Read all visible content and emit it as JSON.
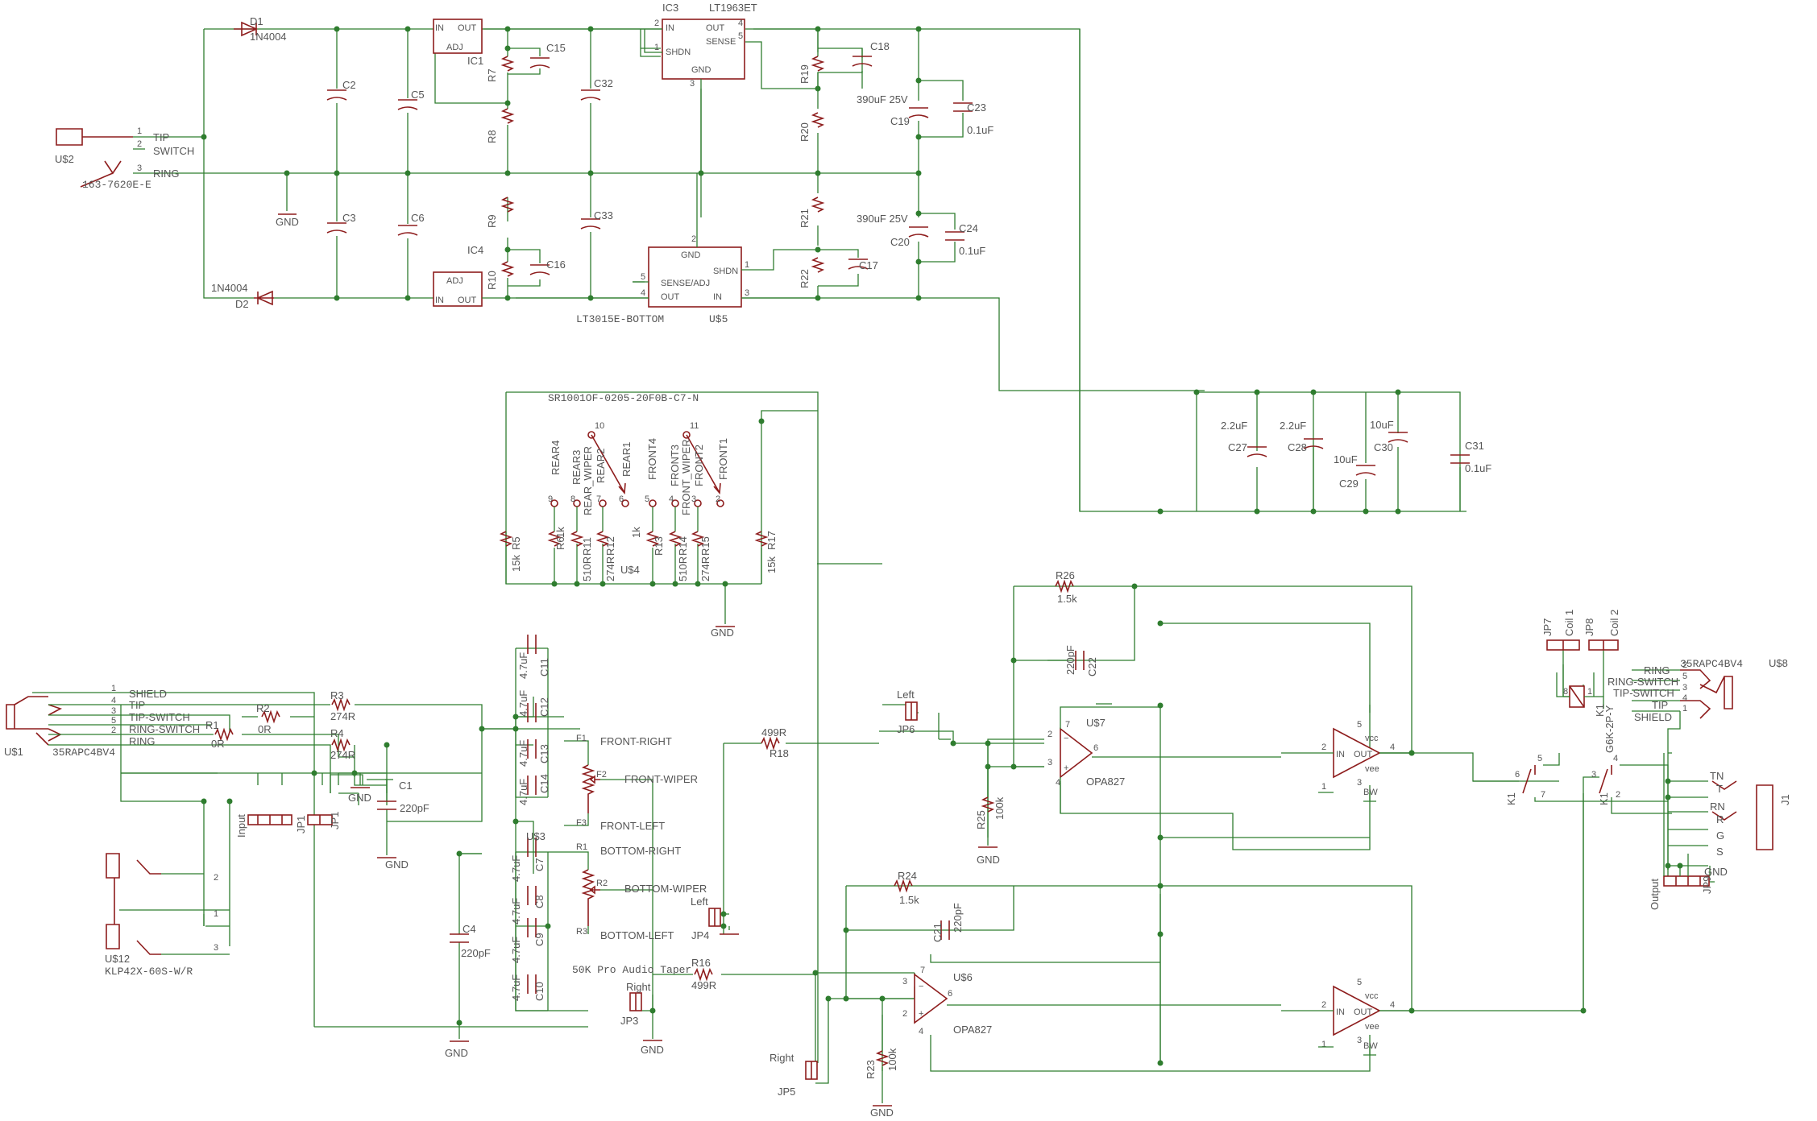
{
  "diagram": {
    "wire_color": "#2f7d2f",
    "part_color": "#8e1d1d",
    "text_color": "#555555",
    "background": "#ffffff",
    "labels": {
      "D1": "D1",
      "D1v": "1N4004",
      "D2": "D2",
      "D2v": "1N4004",
      "IC1": "IC1",
      "IC4": "IC4",
      "IC3": "IC3",
      "IC3v": "LT1963ET",
      "U5v": "LT3015E-BOTTOM",
      "U5": "U$5",
      "U2": "U$2",
      "U2v": "163-7620E-E",
      "U2tip": "TIP",
      "U2switch": "SWITCH",
      "U2ring": "RING",
      "GND": "GND",
      "C2": "C2",
      "C3": "C3",
      "C5": "C5",
      "C6": "C6",
      "C15": "C15",
      "C16": "C16",
      "C17": "C17",
      "C18": "C18",
      "C19": "C19",
      "C20": "C20",
      "C23": "C23",
      "C24": "C24",
      "C32": "C32",
      "C33": "C33",
      "R7": "R7",
      "R8": "R8",
      "R9": "R9",
      "R10": "R10",
      "R19": "R19",
      "R20": "R20",
      "R21": "R21",
      "R22": "R22",
      "cap390": "390uF 25V",
      "cap01": "0.1uF",
      "sw": "SR1001OF-0205-20F0B-C7-N",
      "REAR4": "REAR4",
      "REAR3": "REAR3",
      "REAR2": "REAR2",
      "REARW": "REAR_WIPER",
      "REAR1": "REAR1",
      "FRONT4": "FRONT4",
      "FRONT3": "FRONT3",
      "FRONT2": "FRONT2",
      "FRONTW": "FRONT_WIPER",
      "FRONT1": "FRONT1",
      "R5": "R5",
      "R6": "R6",
      "R11": "R11",
      "R12": "R12",
      "R13": "R13",
      "R14": "R14",
      "R15": "R15",
      "R17": "R17",
      "v15k": "15k",
      "v1k": "1k",
      "v510": "510R",
      "v274": "274R",
      "U4": "U$4",
      "C27": "C27",
      "C28": "C28",
      "C29": "C29",
      "C30": "C30",
      "C31": "C31",
      "v22u": "2.2uF",
      "v10u": "10uF",
      "R26": "R26",
      "v15kb": "1.5k",
      "C22": "C22",
      "v220p": "220pF",
      "U7": "U$7",
      "U6": "U$6",
      "OPA": "OPA827",
      "Left": "Left",
      "Right": "Right",
      "JP6": "JP6",
      "JP4": "JP4",
      "JP3": "JP3",
      "JP5": "JP5",
      "R18": "R18",
      "R16": "R16",
      "v499": "499R",
      "R25": "R25",
      "R23": "R23",
      "v100k": "100k",
      "R24": "R24",
      "C21": "C21",
      "U1": "U$1",
      "U1v": "35RAPC4BV4",
      "SHIELD": "SHIELD",
      "TIP": "TIP",
      "TIPSW": "TIP-SWITCH",
      "RINGSW": "RING-SWITCH",
      "RING": "RING",
      "R1": "R1",
      "R2": "R2",
      "R3": "R3",
      "R4": "R4",
      "v0R": "0R",
      "C1": "C1",
      "C4": "C4",
      "C7": "C7",
      "C8": "C8",
      "C9": "C9",
      "C10": "C10",
      "C11": "C11",
      "C12": "C12",
      "C13": "C13",
      "C14": "C14",
      "v47u": "4.7uF",
      "FR": "FRONT-RIGHT",
      "FW": "FRONT-WIPER",
      "FL": "FRONT-LEFT",
      "BR": "BOTTOM-RIGHT",
      "BW": "BOTTOM-WIPER",
      "BL": "BOTTOM-LEFT",
      "U3": "U$3",
      "pot": "50K Pro Audio Taper",
      "U12": "U$12",
      "U12v": "KLP42X-60S-W/R",
      "input": "Input",
      "JP1": "JP1",
      "bufin": "IN",
      "bufout": "OUT",
      "bw": "BW",
      "vcc": "vcc",
      "vee": "vee",
      "JP7": "JP7",
      "JP8": "JP8",
      "coil1": "Coil 1",
      "coil2": "Coil 2",
      "K1": "K1",
      "relay": "G6K-2P-Y",
      "U8": "U$8",
      "J1": "J1",
      "TN": "TN",
      "T": "T",
      "RN": "RN",
      "R": "R",
      "G": "G",
      "S": "S",
      "output": "Output",
      "JP9": "JP9",
      "ICIN": "IN",
      "ICOUT": "OUT",
      "ICADJ": "ADJ",
      "SENSE": "SENSE",
      "SHDN": "SHDN",
      "SENSEADJ": "SENSE/ADJ"
    }
  }
}
